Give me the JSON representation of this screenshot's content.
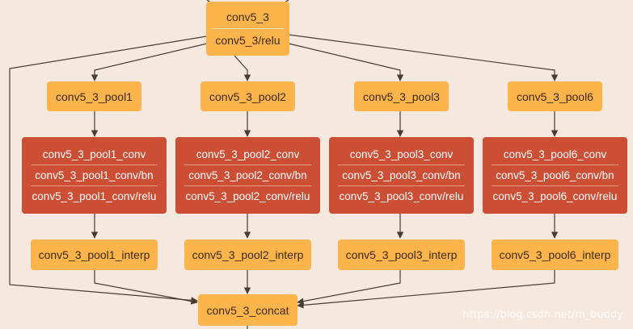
{
  "top": {
    "lines": [
      "conv5_3",
      "conv5_3/relu"
    ]
  },
  "branches": [
    {
      "pool": "conv5_3_pool1",
      "conv": [
        "conv5_3_pool1_conv",
        "conv5_3_pool1_conv/bn",
        "conv5_3_pool1_conv/relu"
      ],
      "interp": "conv5_3_pool1_interp"
    },
    {
      "pool": "conv5_3_pool2",
      "conv": [
        "conv5_3_pool2_conv",
        "conv5_3_pool2_conv/bn",
        "conv5_3_pool2_conv/relu"
      ],
      "interp": "conv5_3_pool2_interp"
    },
    {
      "pool": "conv5_3_pool3",
      "conv": [
        "conv5_3_pool3_conv",
        "conv5_3_pool3_conv/bn",
        "conv5_3_pool3_conv/relu"
      ],
      "interp": "conv5_3_pool3_interp"
    },
    {
      "pool": "conv5_3_pool6",
      "conv": [
        "conv5_3_pool6_conv",
        "conv5_3_pool6_conv/bn",
        "conv5_3_pool6_conv/relu"
      ],
      "interp": "conv5_3_pool6_interp"
    }
  ],
  "concat": "conv5_3_concat",
  "watermark": "https://blog.csdn.net/m_buddy",
  "colors": {
    "background": "#F5E8DE",
    "blob_node": "#FDB44B",
    "layer_node": "#CC4E35",
    "edge": "#4a3b30"
  }
}
